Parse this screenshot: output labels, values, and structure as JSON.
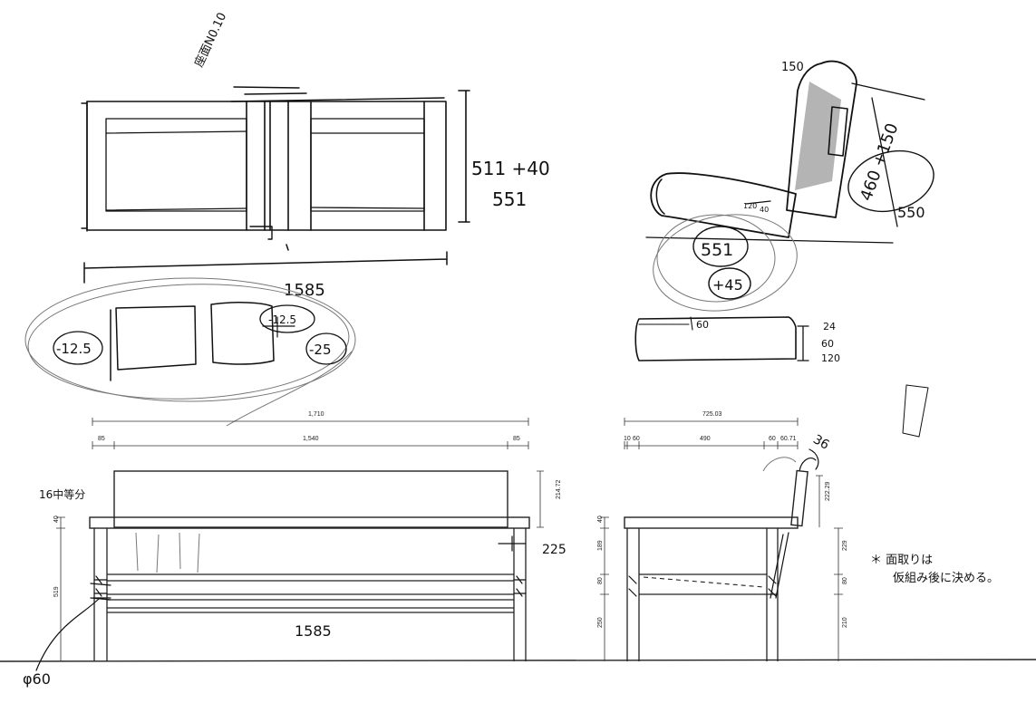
{
  "sketch": {
    "top_view": {
      "note": "座面N0.10",
      "depth_dim": "511 +40",
      "depth_total": "551",
      "width_dim": "1585"
    },
    "cushion_view": {
      "left_adj": "-12.5",
      "mid_adj": "-12.5",
      "right_adj": "-25"
    },
    "side_sketch": {
      "back_top": "150",
      "back_dim": "460 +150",
      "back_total": "550",
      "seat_dim": "551",
      "seat_plus": "+45",
      "cushion_dim": "60",
      "cushion_h1": "24",
      "cushion_h2": "60",
      "cushion_h3": "120",
      "joint_a": "120",
      "joint_b": "40"
    }
  },
  "front_elevation": {
    "overall_width": "1,710",
    "seg_left": "85",
    "seg_mid": "1,540",
    "seg_right": "85",
    "note_left": "16中等分",
    "backrest_height": "214.72",
    "arm_thick": "40",
    "leg_height": "519",
    "post_note": "225",
    "rail_length": "1585",
    "dia_note": "φ60"
  },
  "side_elevation": {
    "overall_depth": "725.03",
    "d1": "10",
    "d2": "60",
    "d3": "490",
    "d4": "60",
    "d5": "60.71",
    "angle": "36",
    "back_h": "222.29",
    "h_arm": "40",
    "h1": "189",
    "h2": "80",
    "h3": "250",
    "r1": "229",
    "r2": "80",
    "r3": "210",
    "note_line1": "＊ 面取りは",
    "note_line2": "仮組み後に決める。"
  }
}
